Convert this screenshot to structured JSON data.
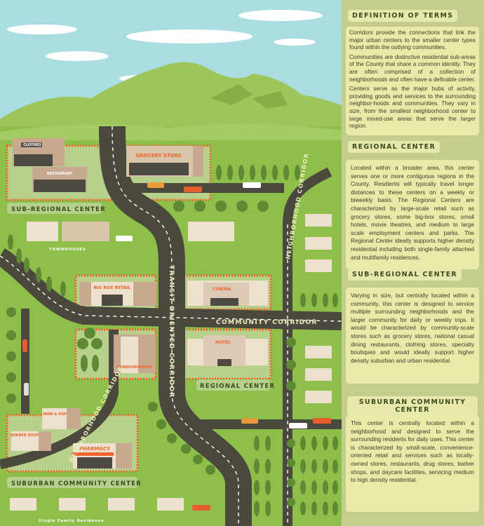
{
  "map": {
    "labels": {
      "sub_regional": "SUB-REGIONAL CENTER",
      "regional": "REGIONAL CENTER",
      "suburban": "SUBURBAN COMMUNITY CENTER",
      "townhouses": "TOWNHOUSES",
      "single_family": "Single Family Residence",
      "transit_corridor": "TRANSIT ORIENTED CORRIDOR",
      "community_corridor": "COMMUNITY CORRIDOR",
      "neighborhood_corridor_right": "NEIGHBORHOOD CORRIDOR",
      "neighborhood_corridor_left": "NEIGHBORHOOD CORRIDOR"
    },
    "buildings": {
      "clothes": "CLOTHES",
      "restaurant": "RESTAURANT",
      "grocery": "GROCERY STORE",
      "big_box": "BIG BOX RETAIL",
      "cinema": "CINEMA",
      "condos": "CONDOMINIUMS",
      "hotel": "HOTEL",
      "mom_pop": "MOM & POP",
      "barber": "BARBER SHOP",
      "pharmacy": "PHARMACY"
    },
    "colors": {
      "sky": "#a9dde0",
      "ground": "#8dbf4a",
      "road": "#4b493e",
      "accent": "#f0642e",
      "panel": "#eaeaa8"
    }
  },
  "sidebar": {
    "definition": {
      "title": "Definition of terms",
      "paragraphs": [
        "Corridors provide the connections that link the major urban centers to the smaller center types found within the outlying communities.",
        "Communities are distinctive residential sub-areas of the County that share a common identity. They are often comprised of a collection of neighborhoods and often have a definable center.",
        "Centers serve as the major hubs of activity, providing goods and services to the surrounding neighbor-hoods and communities. They vary in size, from the smallest neighborhood center to large mixed-use areas that serve the larger region."
      ]
    },
    "regional": {
      "title": "Regional Center",
      "text": "Located within a broader area, this center serves one or more contiguous regions in the County. Resdients will typically travel longer distances to these centers on a weekly or biweekly basis. The Regional Centers are characterized by large-scale retail such as grocery stores, some big-box stores, small hotels, movie theatres, and medium to large scale employment centers and parks. The Regional Center ideally supports higher density residential including both single-family attached and multifamily residences."
    },
    "sub_regional": {
      "title": "Sub-Regional Center",
      "text": "Varying in size, but centrally located within a community, this center is designed to service multiple surrounding neighborhoods and the larger community for daily or weekly trips. It would be characterized by community-scale stores such as grocery stores, national casual dining restaurants, clothing stores, specialty boutiques and would ideally support higher density suburban and urban residential."
    },
    "suburban": {
      "title": "Suburban Community Center",
      "text": "This center is centrally located within a neighborhood and designed to serve the surrounding residents for daily uses. This center is characterized by small-scale, convenience-oriented retail and services such as locally-owned stores, restaurants, drug stores, barber shops, and daycare facilities, servicing medium to high density residential."
    }
  }
}
